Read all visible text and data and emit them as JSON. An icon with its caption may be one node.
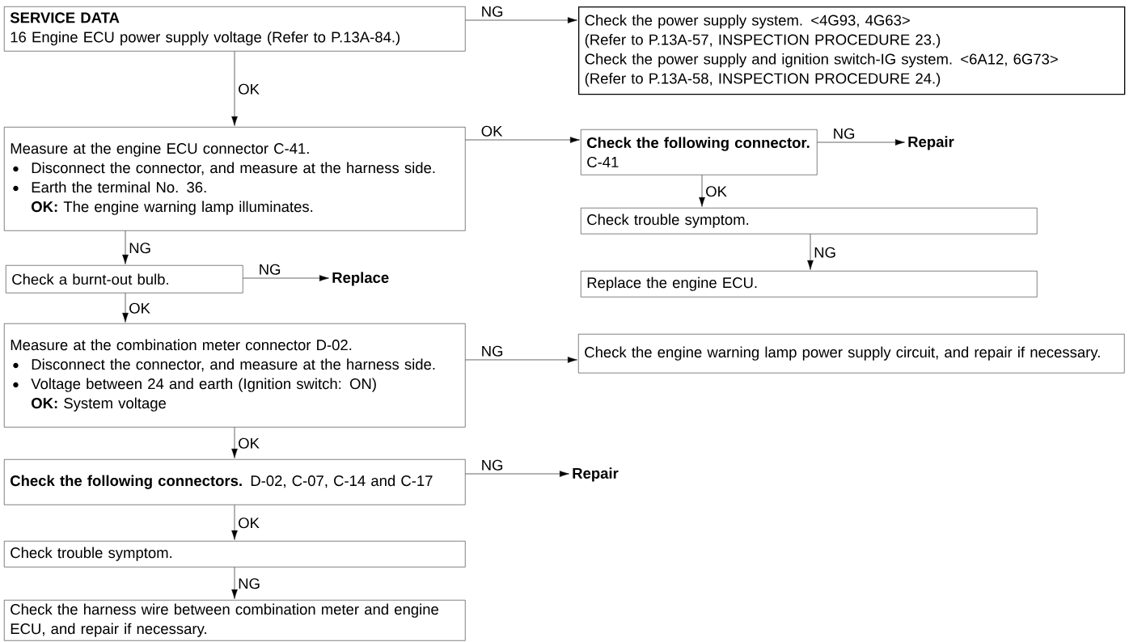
{
  "diagram": {
    "nodes": [
      {
        "text": [
          "SERVICE DATA",
          "16 Engine ECU power supply voltage (Refer to P.13A-84.)"
        ]
      },
      {
        "text": [
          "Check the power supply system. <4G93, 4G63>",
          "(Refer to P.13A-57, INSPECTION PROCEDURE 23.)",
          "Check the power supply and ignition switch-IG system. <6A12, 6G73>",
          "(Refer to P.13A-58, INSPECTION PROCEDURE 24.)"
        ]
      },
      {
        "text": [
          "Measure at the engine ECU connector C-41.",
          "Disconnect the connector, and measure at the harness side.",
          "Earth the terminal No. 36.",
          "**OK:** The engine warning lamp illuminates."
        ]
      },
      {
        "text": [
          "**Check the following connector.** C-41"
        ]
      },
      {
        "text": [
          "Repair"
        ]
      },
      {
        "text": [
          "Check trouble symptom."
        ]
      },
      {
        "text": [
          "Replace the engine ECU."
        ]
      },
      {
        "text": [
          "Check a burnt-out bulb."
        ]
      },
      {
        "text": [
          "Replace"
        ]
      },
      {
        "text": [
          "Measure at the combination meter connector D-02.",
          "Disconnect the connector, and measure at the harness side.",
          "Voltage between 24 and earth (Ignition switch: ON)",
          "**OK:** System voltage"
        ]
      },
      {
        "text": [
          "Check the engine warning lamp power supply circuit, and repair if necessary."
        ]
      },
      {
        "text": [
          "**Check the following connectors.** D-02, C-07, C-14 and C-17"
        ]
      },
      {
        "text": [
          "Repair"
        ]
      },
      {
        "text": [
          "Check trouble symptom."
        ]
      },
      {
        "text": [
          "Check the harness wire between combination meter and engine ECU, and repair if necessary."
        ]
      }
    ],
    "edges": [
      {
        "from": 0,
        "to": 1,
        "arrow": "to",
        "label": "NG"
      },
      {
        "from": 0,
        "to": 2,
        "arrow": "to",
        "label": "OK"
      },
      {
        "from": 2,
        "to": 3,
        "arrow": "to",
        "label": "OK"
      },
      {
        "from": 3,
        "to": 4,
        "arrow": "to",
        "label": "NG"
      },
      {
        "from": 3,
        "to": 5,
        "arrow": "to",
        "label": "OK"
      },
      {
        "from": 5,
        "to": 6,
        "arrow": "to",
        "label": "NG"
      },
      {
        "from": 2,
        "to": 7,
        "arrow": "to",
        "label": "NG"
      },
      {
        "from": 7,
        "to": 8,
        "arrow": "to",
        "label": "NG"
      },
      {
        "from": 7,
        "to": 9,
        "arrow": "to",
        "label": "OK"
      },
      {
        "from": 9,
        "to": 10,
        "arrow": "to",
        "label": "NG"
      },
      {
        "from": 9,
        "to": 11,
        "arrow": "to",
        "label": "OK"
      },
      {
        "from": 11,
        "to": 12,
        "arrow": "to",
        "label": "NG"
      },
      {
        "from": 11,
        "to": 13,
        "arrow": "to",
        "label": "OK"
      },
      {
        "from": 13,
        "to": 14,
        "arrow": "to",
        "label": "NG"
      }
    ]
  }
}
